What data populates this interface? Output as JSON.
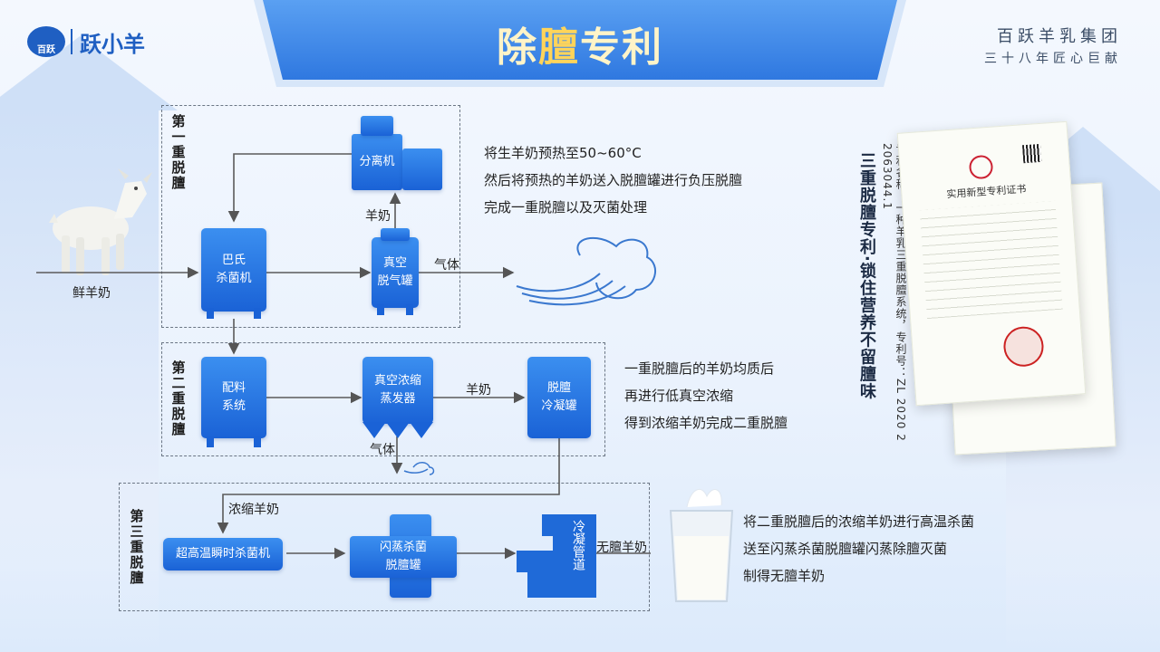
{
  "brand": {
    "name": "跃小羊",
    "logo_text": "百跃"
  },
  "group": {
    "line1": "百跃羊乳集团",
    "line2": "三十八年匠心巨献"
  },
  "title": {
    "part1": "除",
    "part2": "膻",
    "part3": "专利"
  },
  "stages": [
    {
      "label": "第一重脱膻"
    },
    {
      "label": "第二重脱膻"
    },
    {
      "label": "第三重脱膻"
    }
  ],
  "equipment": {
    "separator": "分离机",
    "pasteurizer_l1": "巴氏",
    "pasteurizer_l2": "杀菌机",
    "vacuum_degas_l1": "真空",
    "vacuum_degas_l2": "脱气罐",
    "batching_l1": "配料",
    "batching_l2": "系统",
    "evaporator_l1": "真空浓缩",
    "evaporator_l2": "蒸发器",
    "condenser_l1": "脱膻",
    "condenser_l2": "冷凝罐",
    "uht": "超高温瞬时杀菌机",
    "flash_l1": "闪蒸杀菌",
    "flash_l2": "脱膻罐",
    "cooling_pipe": "冷凝管道"
  },
  "flow_labels": {
    "fresh_milk": "鲜羊奶",
    "goat_milk_1": "羊奶",
    "gas_1": "气体",
    "goat_milk_2": "羊奶",
    "gas_2": "气体",
    "concentrated": "浓缩羊奶",
    "odorless": "无膻羊奶"
  },
  "notes": {
    "stage1": [
      "将生羊奶预热至50~60°C",
      "然后将预热的羊奶送入脱膻罐进行负压脱膻",
      "完成一重脱膻以及灭菌处理"
    ],
    "stage2": [
      "一重脱膻后的羊奶均质后",
      "再进行低真空浓缩",
      "得到浓缩羊奶完成二重脱膻"
    ],
    "stage3": [
      "将二重脱膻后的浓缩羊奶进行高温杀菌",
      "送至闪蒸杀菌脱膻罐闪蒸除膻灭菌",
      "制得无膻羊奶"
    ]
  },
  "certificate": {
    "heading": "三重脱膻专利·锁住营养不留膻味",
    "patent_info": "专利名称：一种羊乳三重脱膻系统，专利号：ZL 2020 2 2063044.1",
    "cert_title": "实用新型专利证书"
  },
  "colors": {
    "accent": "#1a62d6",
    "title_gold": "#ffd45a",
    "banner": "#3a86e8"
  }
}
